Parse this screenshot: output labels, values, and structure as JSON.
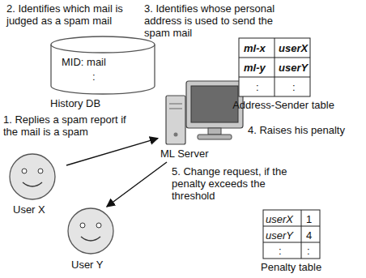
{
  "diagram": {
    "nodes": [
      {
        "text": [
          "MID: mail",
          ":",
          "History DB"
        ]
      },
      {
        "text": [
          "Address-Sender table"
        ]
      },
      {
        "text": [
          "ML Server"
        ]
      },
      {
        "text": [
          "User X"
        ]
      },
      {
        "text": [
          "User Y"
        ]
      },
      {
        "text": [
          "Penalty table"
        ]
      }
    ],
    "edges": [
      {
        "from": 3,
        "to": 2,
        "arrow": "to",
        "label": "1. Replies a spam report if the mail is a spam"
      },
      {
        "from": 2,
        "to": 4,
        "arrow": "to",
        "label": "5. Change request, if the penalty exceeds the threshold"
      }
    ],
    "labels": [
      "2. Identifies which mail is judged as a spam mail",
      "3. Identifies whose personal address is used to send the spam mail",
      "ml-x",
      "userX",
      "ml-y",
      "userY",
      ":",
      ":",
      "4. Raises his penalty",
      "userX",
      "1",
      "userY",
      "4",
      ":",
      ":"
    ]
  }
}
